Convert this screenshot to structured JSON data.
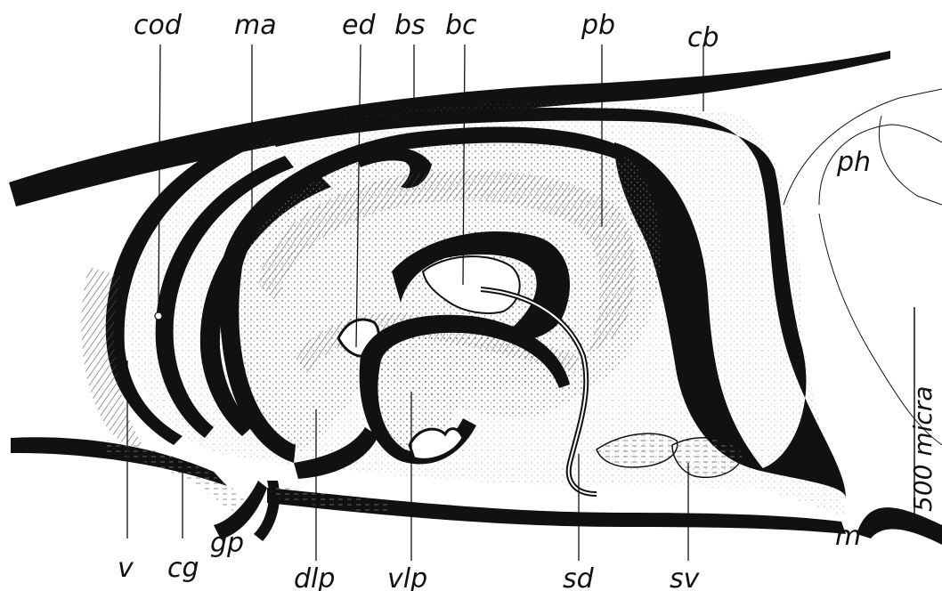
{
  "figure": {
    "labels": {
      "cod": "cod",
      "ma": "ma",
      "ed": "ed",
      "bs": "bs",
      "bc": "bc",
      "pb": "pb",
      "cb": "cb",
      "ph": "ph",
      "v": "v",
      "cg": "cg",
      "gp": "gp",
      "dlp": "dlp",
      "vlp": "vlp",
      "sd": "sd",
      "sv": "sv",
      "m": "m"
    },
    "scale_bar": {
      "text": "500 micra"
    }
  },
  "colors": {
    "ink": "#111111",
    "paper": "#ffffff",
    "stipple": "#6a6a6a"
  }
}
